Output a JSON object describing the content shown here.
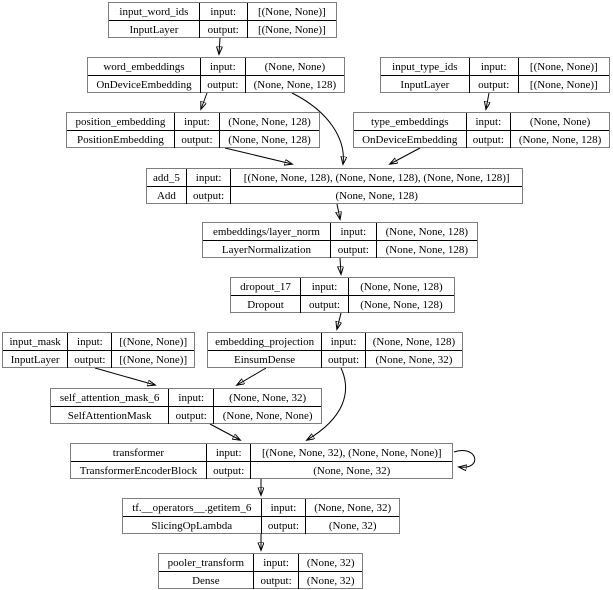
{
  "labels": {
    "input": "input:",
    "output": "output:"
  },
  "nodes": [
    {
      "name": "input_word_ids",
      "class_name": "InputLayer",
      "input_shape": "[(None, None)]",
      "output_shape": "[(None, None)]"
    },
    {
      "name": "word_embeddings",
      "class_name": "OnDeviceEmbedding",
      "input_shape": "(None, None)",
      "output_shape": "(None, None, 128)"
    },
    {
      "name": "input_type_ids",
      "class_name": "InputLayer",
      "input_shape": "[(None, None)]",
      "output_shape": "[(None, None)]"
    },
    {
      "name": "position_embedding",
      "class_name": "PositionEmbedding",
      "input_shape": "(None, None, 128)",
      "output_shape": "(None, None, 128)"
    },
    {
      "name": "type_embeddings",
      "class_name": "OnDeviceEmbedding",
      "input_shape": "(None, None)",
      "output_shape": "(None, None, 128)"
    },
    {
      "name": "add_5",
      "class_name": "Add",
      "input_shape": "[(None, None, 128), (None, None, 128), (None, None, 128)]",
      "output_shape": "(None, None, 128)"
    },
    {
      "name": "embeddings/layer_norm",
      "class_name": "LayerNormalization",
      "input_shape": "(None, None, 128)",
      "output_shape": "(None, None, 128)"
    },
    {
      "name": "dropout_17",
      "class_name": "Dropout",
      "input_shape": "(None, None, 128)",
      "output_shape": "(None, None, 128)"
    },
    {
      "name": "input_mask",
      "class_name": "InputLayer",
      "input_shape": "[(None, None)]",
      "output_shape": "[(None, None)]"
    },
    {
      "name": "embedding_projection",
      "class_name": "EinsumDense",
      "input_shape": "(None, None, 128)",
      "output_shape": "(None, None, 32)"
    },
    {
      "name": "self_attention_mask_6",
      "class_name": "SelfAttentionMask",
      "input_shape": "(None, None, 32)",
      "output_shape": "(None, None, None)"
    },
    {
      "name": "transformer",
      "class_name": "TransformerEncoderBlock",
      "input_shape": "[(None, None, 32), (None, None, None)]",
      "output_shape": "(None, None, 32)"
    },
    {
      "name": "tf.__operators__.getitem_6",
      "class_name": "SlicingOpLambda",
      "input_shape": "(None, None, 32)",
      "output_shape": "(None, 32)"
    },
    {
      "name": "pooler_transform",
      "class_name": "Dense",
      "input_shape": "(None, 32)",
      "output_shape": "(None, 32)"
    }
  ],
  "edges": [
    {
      "from": "input_word_ids",
      "to": "word_embeddings"
    },
    {
      "from": "word_embeddings",
      "to": "position_embedding"
    },
    {
      "from": "word_embeddings",
      "to": "add_5"
    },
    {
      "from": "input_type_ids",
      "to": "type_embeddings"
    },
    {
      "from": "position_embedding",
      "to": "add_5"
    },
    {
      "from": "type_embeddings",
      "to": "add_5"
    },
    {
      "from": "add_5",
      "to": "embeddings/layer_norm"
    },
    {
      "from": "embeddings/layer_norm",
      "to": "dropout_17"
    },
    {
      "from": "dropout_17",
      "to": "embedding_projection"
    },
    {
      "from": "input_mask",
      "to": "self_attention_mask_6"
    },
    {
      "from": "embedding_projection",
      "to": "self_attention_mask_6"
    },
    {
      "from": "embedding_projection",
      "to": "transformer"
    },
    {
      "from": "self_attention_mask_6",
      "to": "transformer"
    },
    {
      "from": "transformer",
      "to": "transformer"
    },
    {
      "from": "transformer",
      "to": "tf.__operators__.getitem_6"
    },
    {
      "from": "tf.__operators__.getitem_6",
      "to": "pooler_transform"
    }
  ]
}
